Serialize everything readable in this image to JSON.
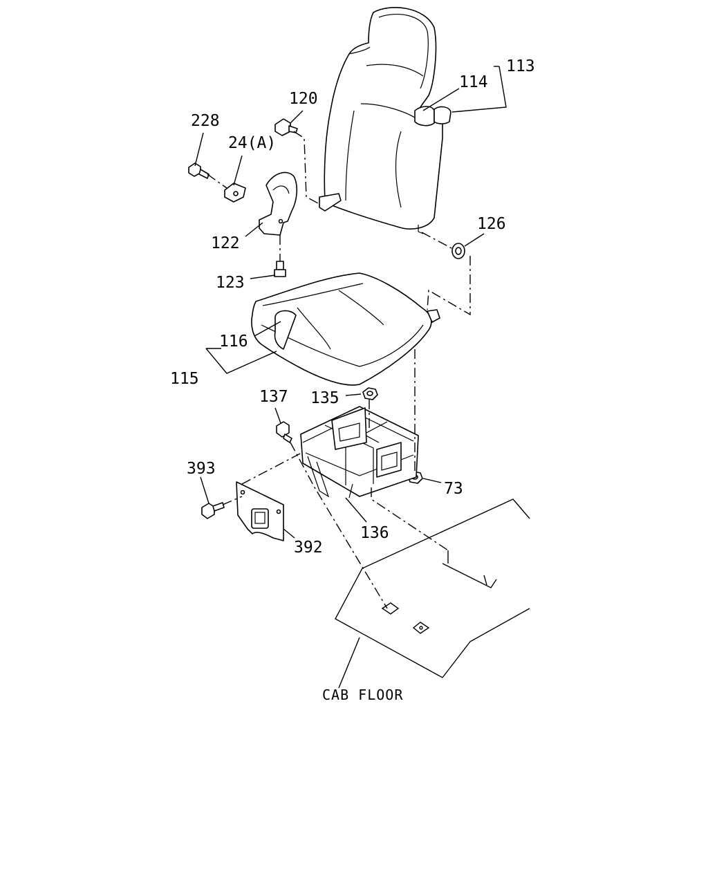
{
  "diagram": {
    "callouts": [
      {
        "id": "113",
        "text": "113"
      },
      {
        "id": "114",
        "text": "114"
      },
      {
        "id": "120",
        "text": "120"
      },
      {
        "id": "228",
        "text": "228"
      },
      {
        "id": "24a",
        "text": "24(A)"
      },
      {
        "id": "126",
        "text": "126"
      },
      {
        "id": "122",
        "text": "122"
      },
      {
        "id": "123",
        "text": "123"
      },
      {
        "id": "116",
        "text": "116"
      },
      {
        "id": "115",
        "text": "115"
      },
      {
        "id": "137",
        "text": "137"
      },
      {
        "id": "135",
        "text": "135"
      },
      {
        "id": "393",
        "text": "393"
      },
      {
        "id": "73",
        "text": "73"
      },
      {
        "id": "136",
        "text": "136"
      },
      {
        "id": "392",
        "text": "392"
      }
    ],
    "caption": "CAB FLOOR"
  }
}
